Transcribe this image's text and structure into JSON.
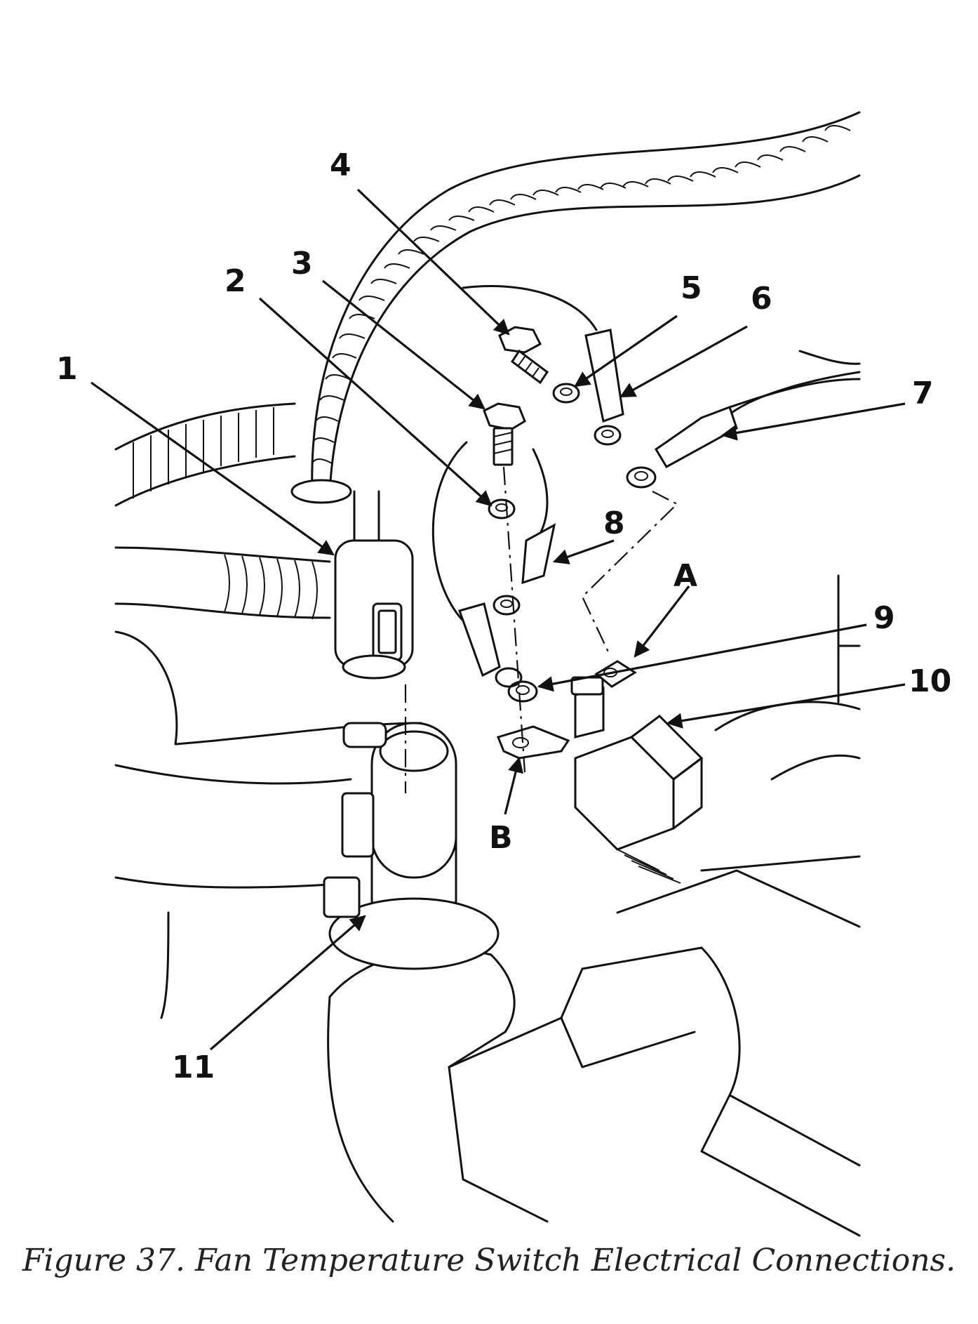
{
  "figure": {
    "caption": "Figure 37.  Fan Temperature Switch Electrical Connections.",
    "callouts": {
      "c1": "1",
      "c2": "2",
      "c3": "3",
      "c4": "4",
      "c5": "5",
      "c6": "6",
      "c7": "7",
      "c8": "8",
      "c9": "9",
      "c10": "10",
      "c11": "11",
      "cA": "A",
      "cB": "B"
    }
  }
}
